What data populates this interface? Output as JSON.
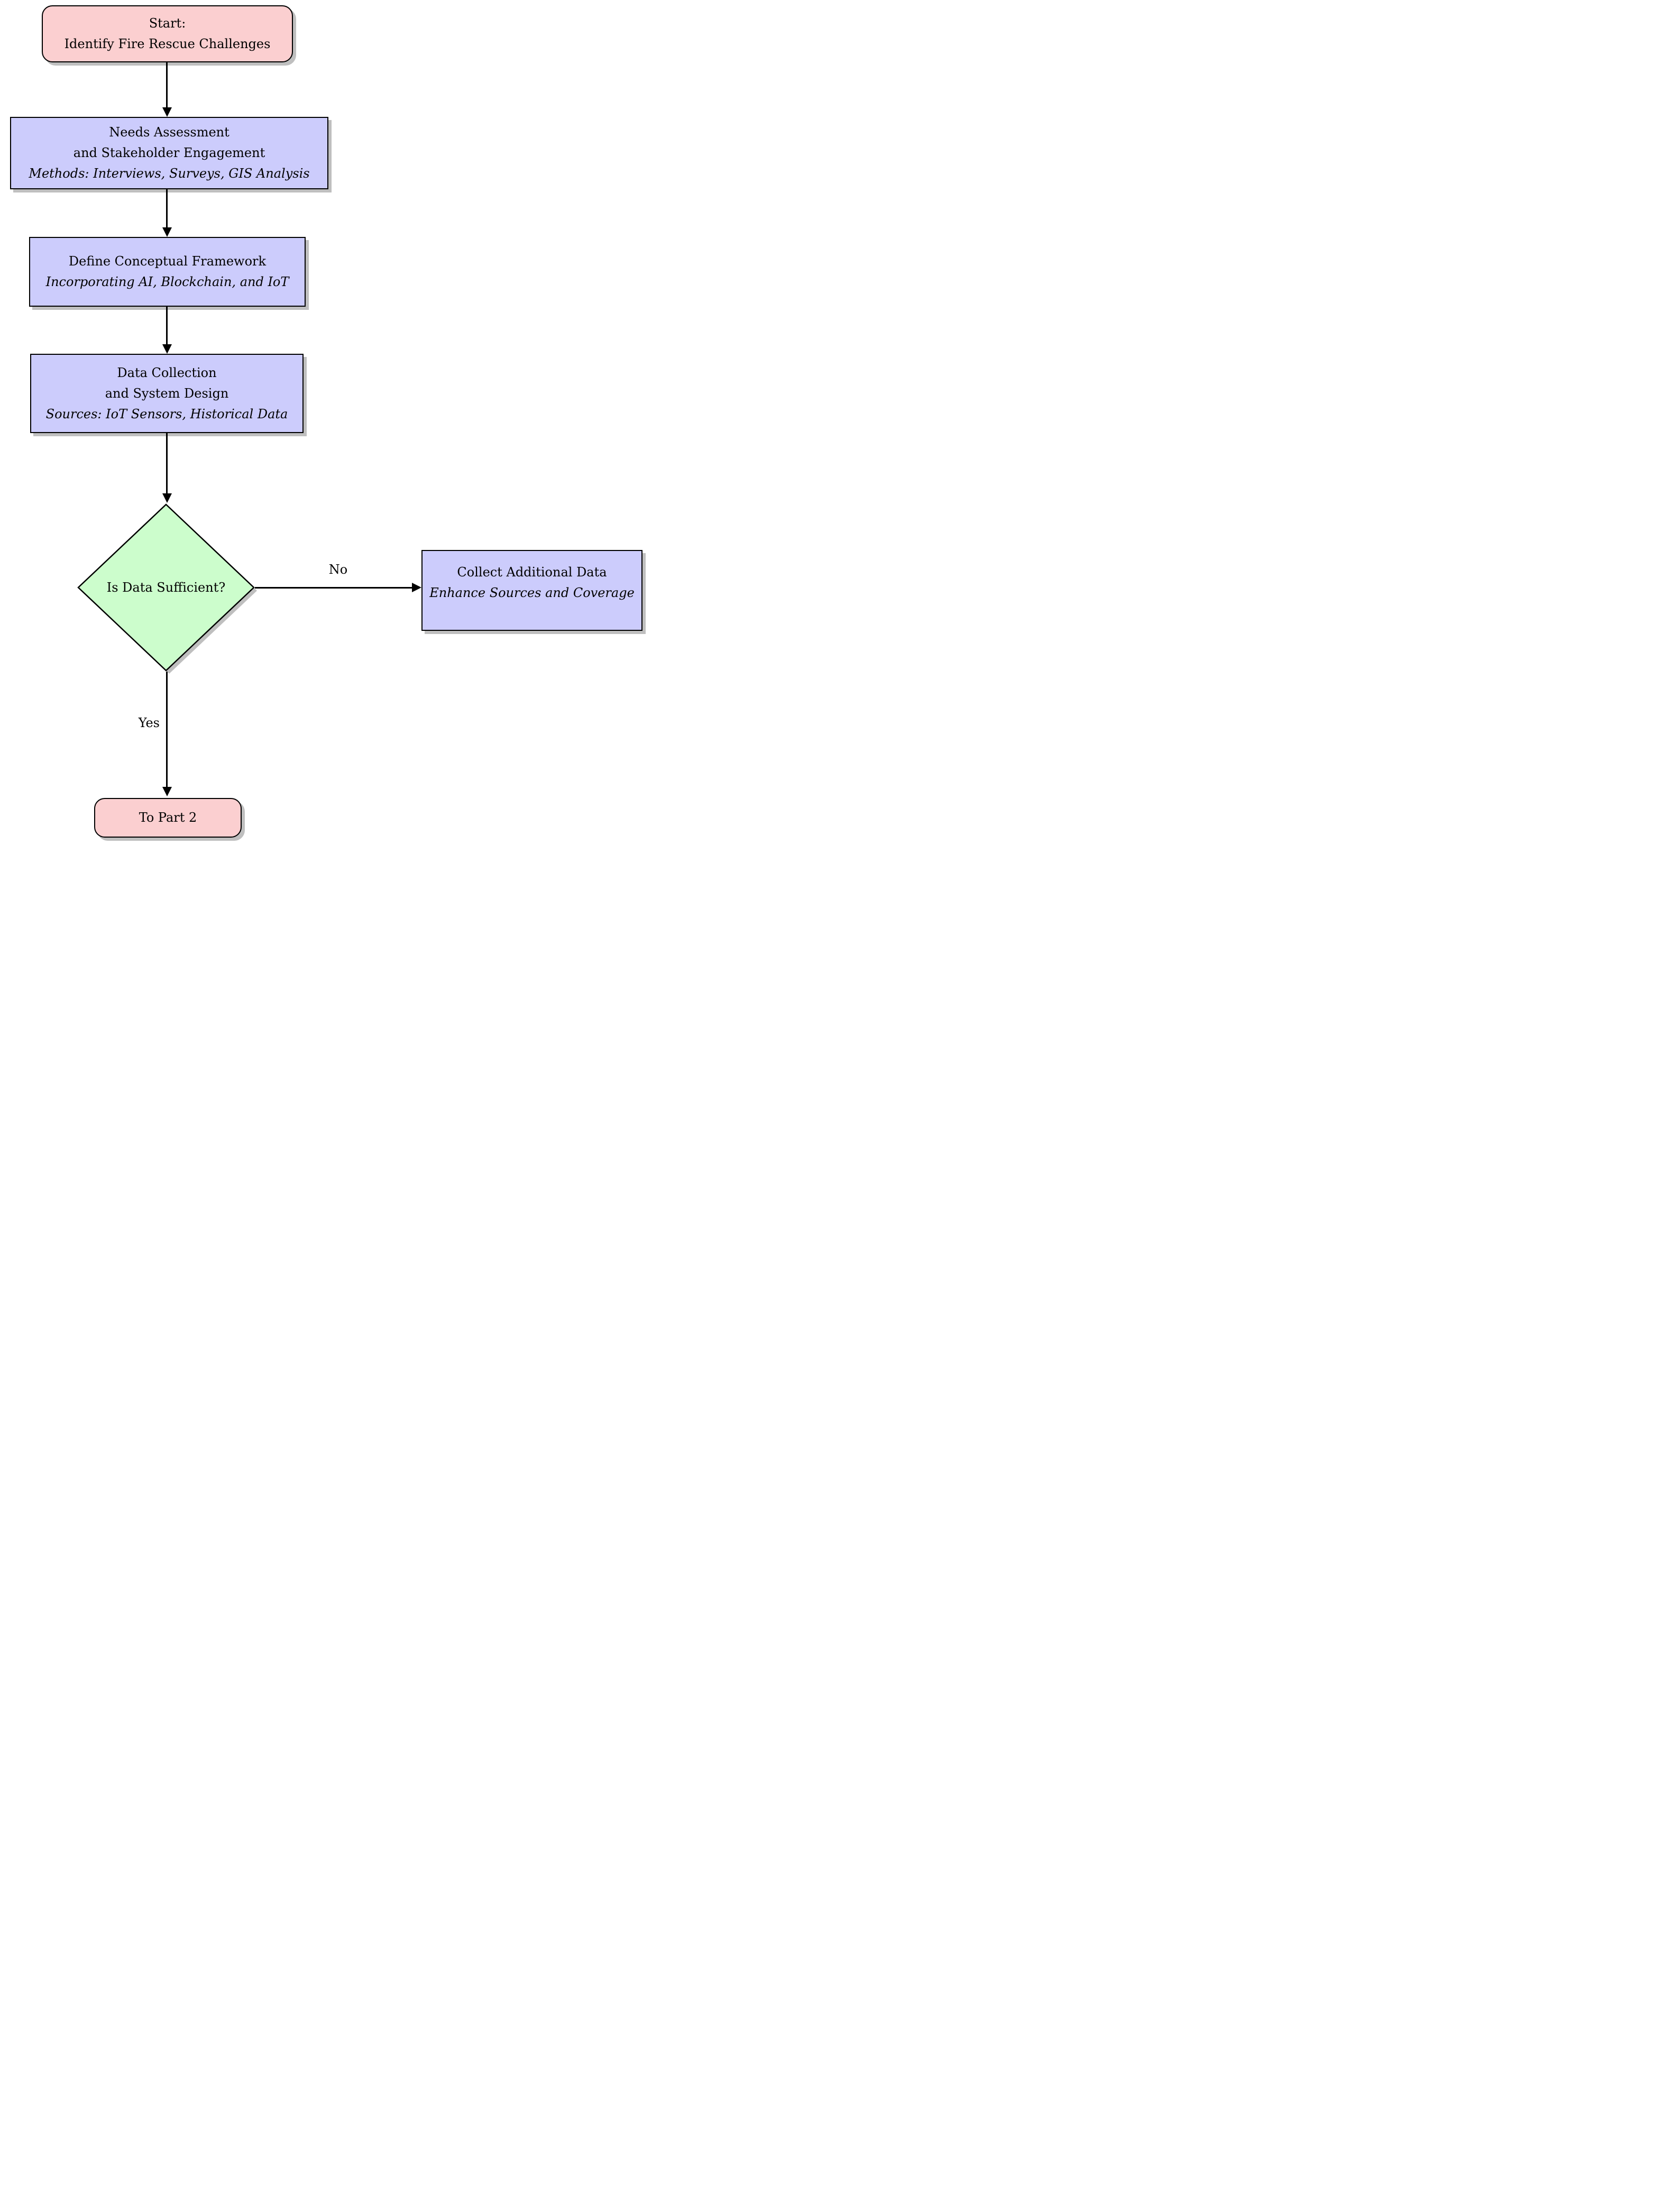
{
  "nodes": {
    "start": {
      "type": "terminator",
      "lines": [
        "Start:",
        "Identify Fire Rescue Challenges"
      ],
      "fill": "#FBCFD0"
    },
    "needs_assessment": {
      "type": "process",
      "lines": [
        "Needs Assessment",
        "and Stakeholder Engagement"
      ],
      "note": "Methods: Interviews, Surveys, GIS Analysis",
      "fill": "#CCCCFC"
    },
    "conceptual_framework": {
      "type": "process",
      "lines": [
        "Define Conceptual Framework"
      ],
      "note": "Incorporating AI, Blockchain, and IoT",
      "fill": "#CCCCFC"
    },
    "data_collection": {
      "type": "process",
      "lines": [
        "Data Collection",
        "and System Design"
      ],
      "note": "Sources: IoT Sensors, Historical Data",
      "fill": "#CCCCFC"
    },
    "decision": {
      "type": "decision",
      "lines": [
        "Is Data Sufficient?"
      ],
      "fill": "#CCFDCC"
    },
    "collect_additional": {
      "type": "process",
      "lines": [
        "Collect Additional Data"
      ],
      "note": "Enhance Sources and Coverage",
      "fill": "#CCCCFC"
    },
    "to_part_2": {
      "type": "terminator",
      "lines": [
        "To Part 2"
      ],
      "fill": "#FBCFD0"
    }
  },
  "edges": {
    "decision_no": {
      "label": "No"
    },
    "decision_yes": {
      "label": "Yes"
    }
  },
  "colors": {
    "pink": "#FBCFD0",
    "lavender": "#CCCCFC",
    "green": "#CCFDCC",
    "line": "#000000",
    "shadow": "#BFBFBF"
  }
}
